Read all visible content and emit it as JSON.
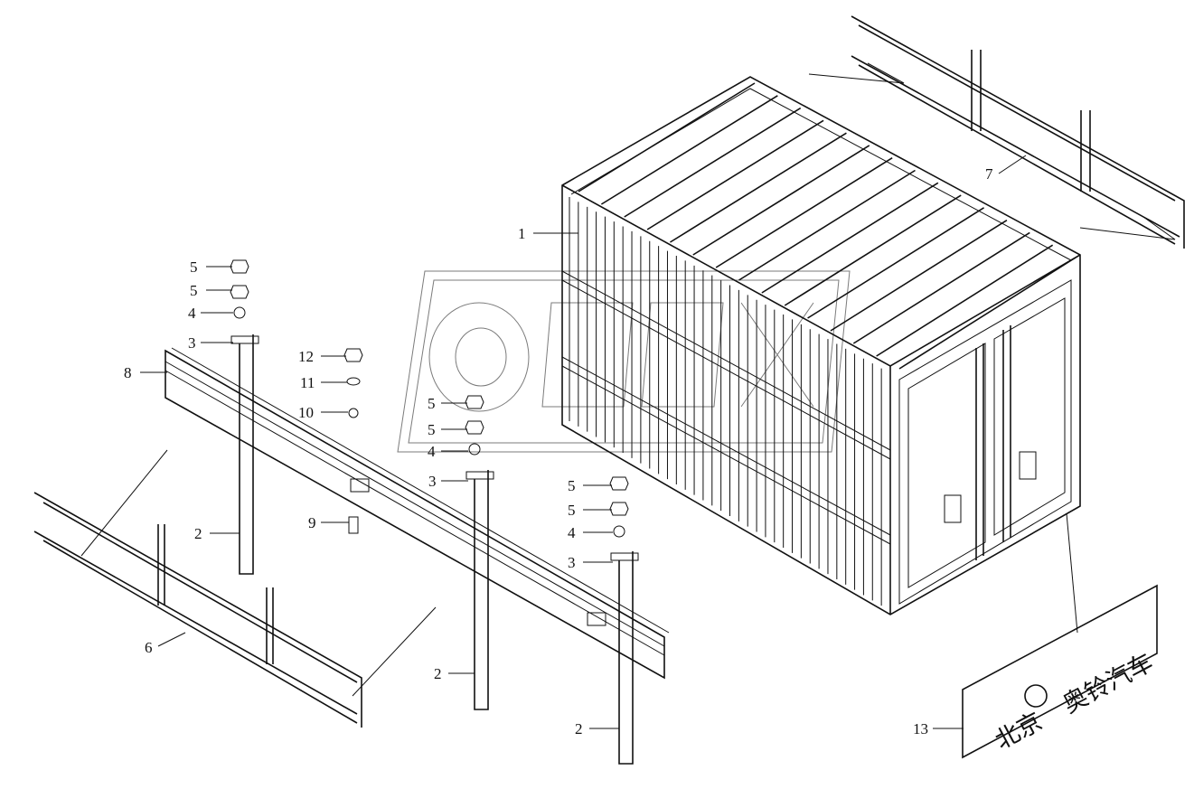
{
  "callouts": {
    "c1": "1",
    "c2a": "2",
    "c2b": "2",
    "c2c": "2",
    "c3a": "3",
    "c3b": "3",
    "c3c": "3",
    "c4a": "4",
    "c4b": "4",
    "c4c": "4",
    "c5a": "5",
    "c5b": "5",
    "c5c": "5",
    "c5d": "5",
    "c5e": "5",
    "c5f": "5",
    "c6": "6",
    "c7": "7",
    "c8": "8",
    "c9": "9",
    "c10": "10",
    "c11": "11",
    "c12": "12",
    "c13": "13"
  },
  "sign": {
    "text_left": "北京",
    "text_right": "奥铃汽车"
  },
  "watermark": {
    "text": "OPEX"
  }
}
